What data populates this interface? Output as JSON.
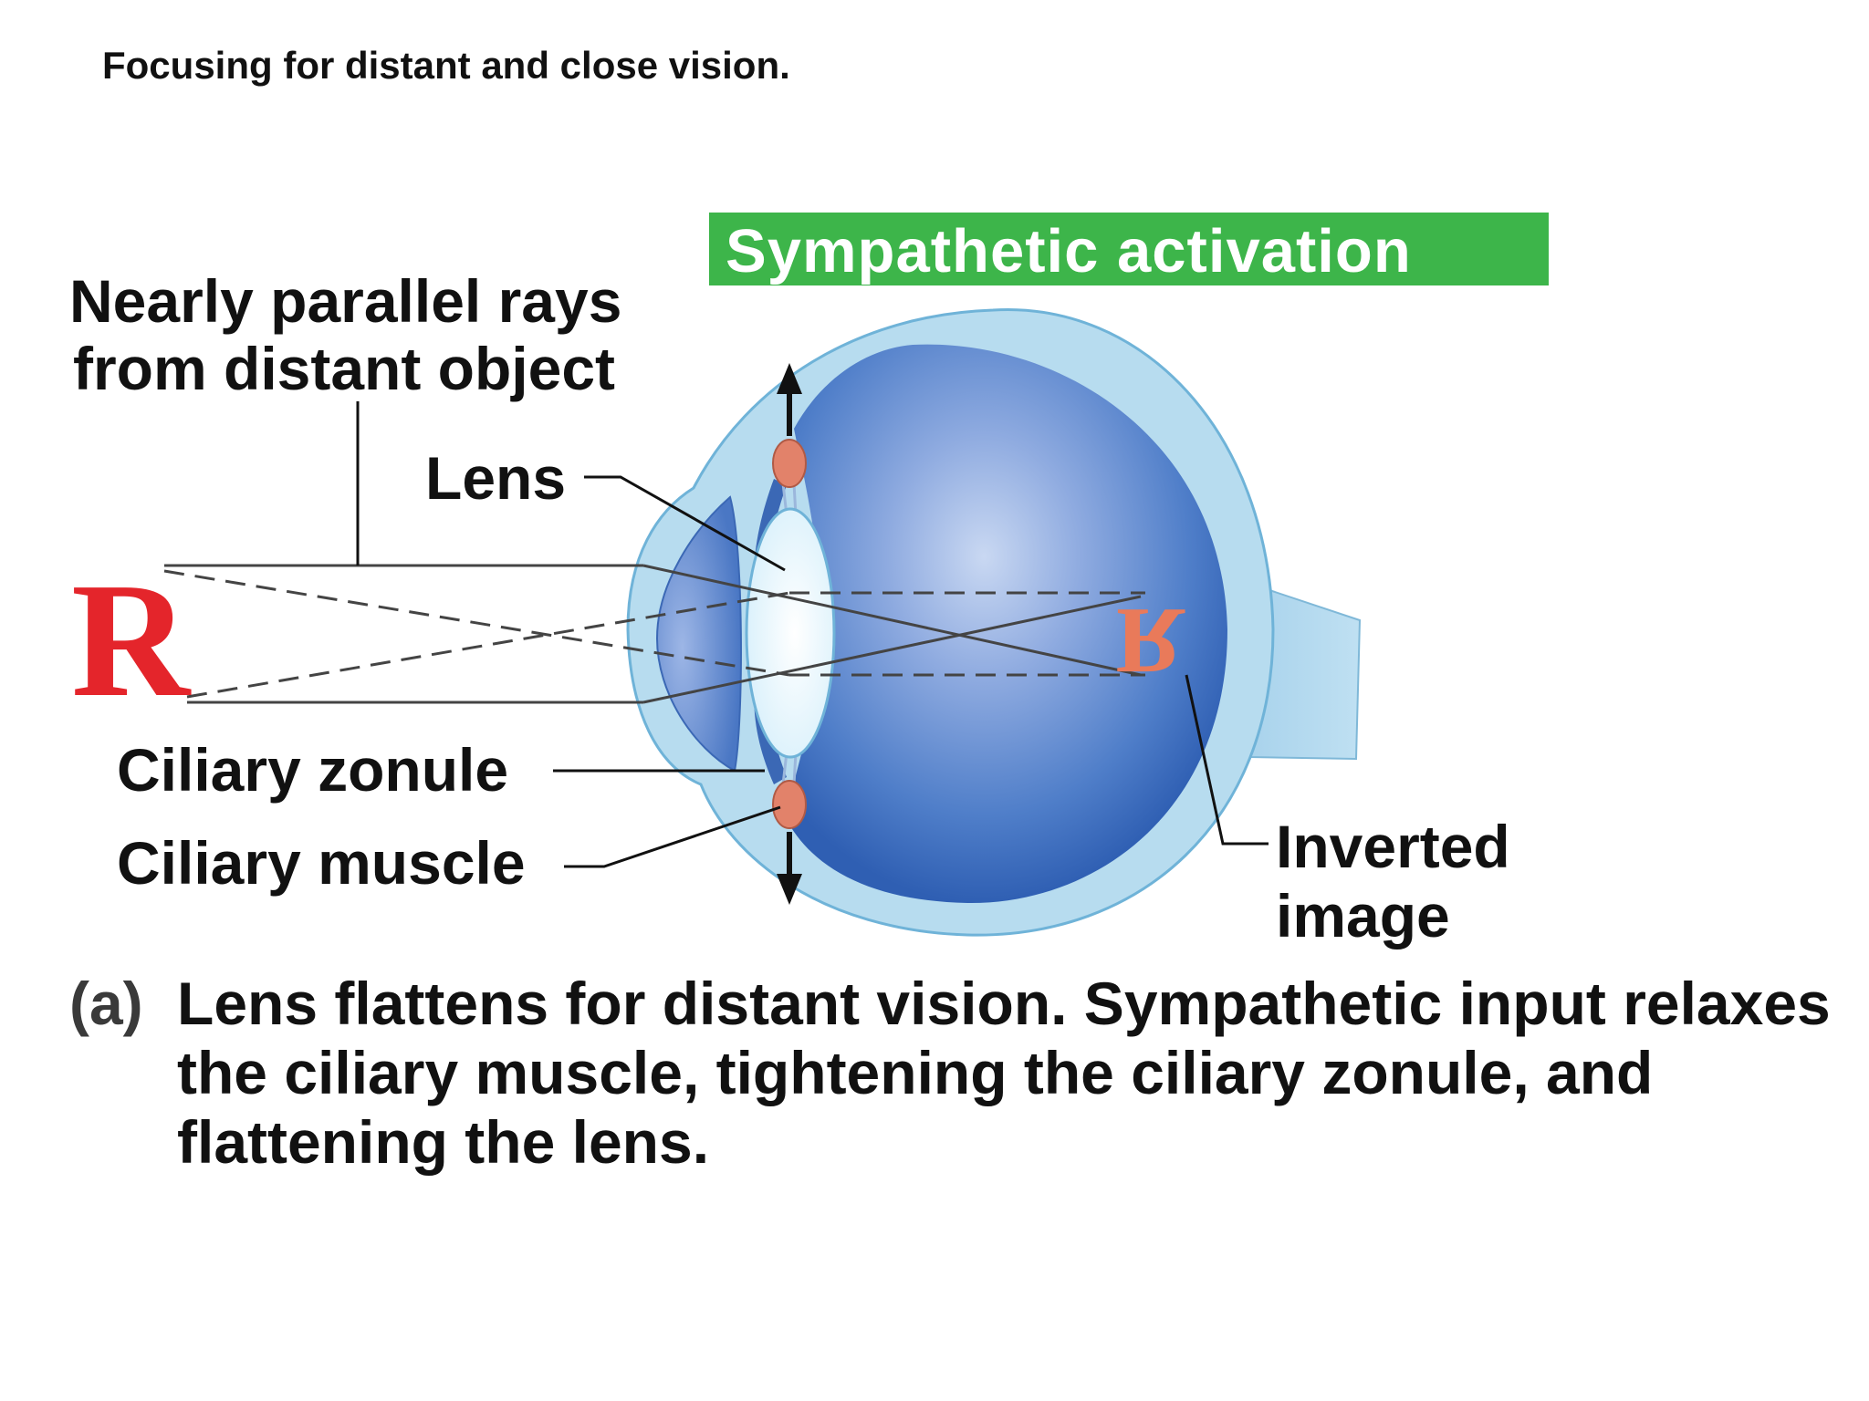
{
  "title": "Focusing for distant and close vision.",
  "badge": {
    "label": "Sympathetic activation",
    "color": "#3db54a"
  },
  "labels": {
    "rays_line1": "Nearly parallel rays",
    "rays_line2": "from distant object",
    "lens": "Lens",
    "ciliary_zonule": "Ciliary zonule",
    "ciliary_muscle": "Ciliary muscle",
    "inverted_line1": "Inverted",
    "inverted_line2": "image"
  },
  "object_letter": "R",
  "caption": {
    "tag": "(a)",
    "bold": "Lens flattens for distant vision.",
    "text": " Sympathetic input relaxes the ciliary muscle, tightening the ciliary zonule, and flattening the lens."
  },
  "colors": {
    "sclera": "#b7dcef",
    "eyeball": "#4f7ec9",
    "lens": "#e6f6fd",
    "muscle": "#e2826a",
    "object_letter": "#e4252b"
  }
}
